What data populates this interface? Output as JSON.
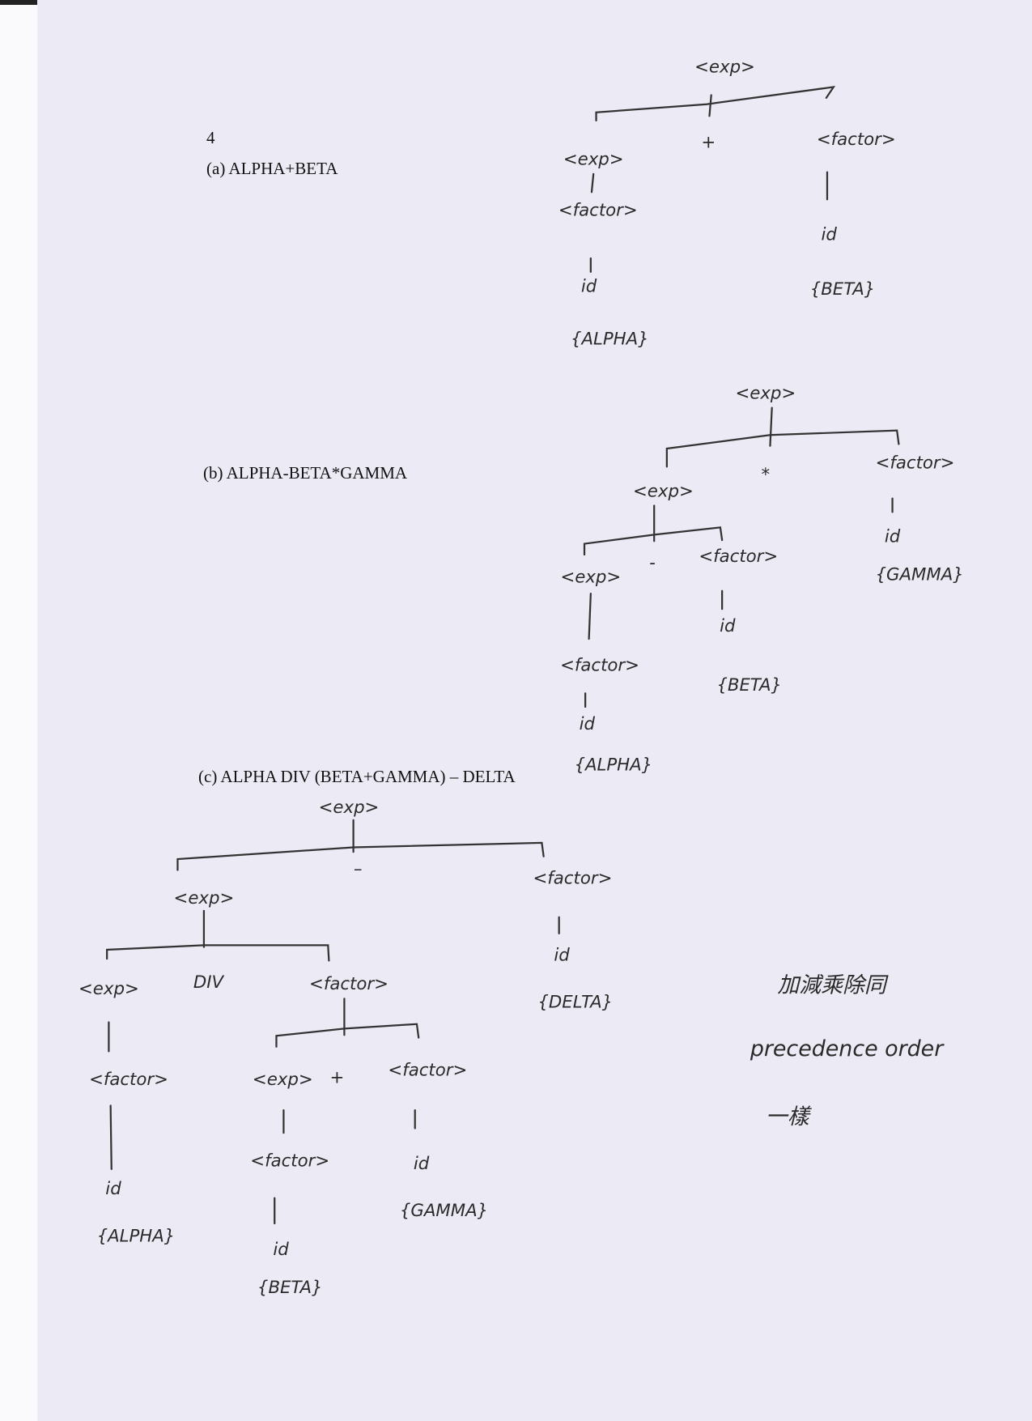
{
  "problem_number": "4",
  "parts": {
    "a": {
      "label": "(a)  ALPHA+BETA"
    },
    "b": {
      "label": "(b)  ALPHA-BETA*GAMMA"
    },
    "c": {
      "label": "(c)  ALPHA DIV (BETA+GAMMA) – DELTA"
    }
  },
  "tree_a": {
    "root": "<exp>",
    "left": "<exp>",
    "op": "+",
    "right": "<factor>",
    "left_factor": "<factor>",
    "left_id": "id",
    "left_val": "{ALPHA}",
    "right_id": "id",
    "right_val": "{BETA}"
  },
  "tree_b": {
    "root": "<exp>",
    "left": "<exp>",
    "op": "*",
    "right": "<factor>",
    "right_id": "id",
    "right_val": "{GAMMA}",
    "inner_left": "<exp>",
    "inner_op": "-",
    "inner_right": "<factor>",
    "inner_left_factor": "<factor>",
    "inner_left_id": "id",
    "inner_left_val": "{ALPHA}",
    "inner_right_id": "id",
    "inner_right_val": "{BETA}"
  },
  "tree_c": {
    "root": "<exp>",
    "left": "<exp>",
    "op": "–",
    "right": "<factor>",
    "right_id": "id",
    "right_val": "{DELTA}",
    "l_left": "<exp>",
    "l_op": "DIV",
    "l_right": "<factor>",
    "l_left_factor": "<factor>",
    "l_left_id": "id",
    "l_left_val": "{ALPHA}",
    "p_left": "<exp>",
    "p_op": "+",
    "p_right": "<factor>",
    "p_left_factor": "<factor>",
    "p_left_id": "id",
    "p_left_val": "{BETA}",
    "p_right_id": "id",
    "p_right_val": "{GAMMA}"
  },
  "notes": {
    "line1": "加減乘除同",
    "line2": "precedence order",
    "line3": "一樣"
  }
}
